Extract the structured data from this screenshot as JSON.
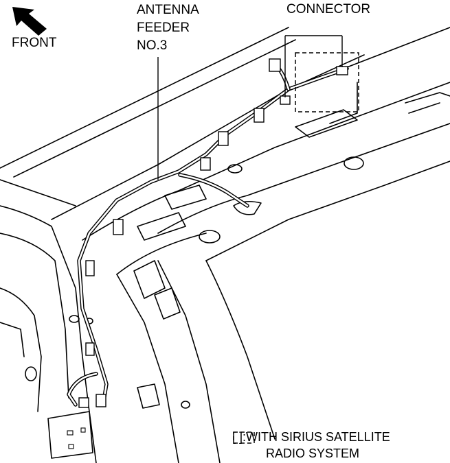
{
  "labels": {
    "front": "FRONT",
    "antenna_feeder": [
      "ANTENNA",
      "FEEDER",
      "NO.3"
    ],
    "connector": "CONNECTOR",
    "legend": [
      "[  ]:WITH SIRIUS SATELLITE",
      "RADIO SYSTEM"
    ]
  },
  "icons": {
    "front_arrow": "front-direction-arrow-icon"
  }
}
